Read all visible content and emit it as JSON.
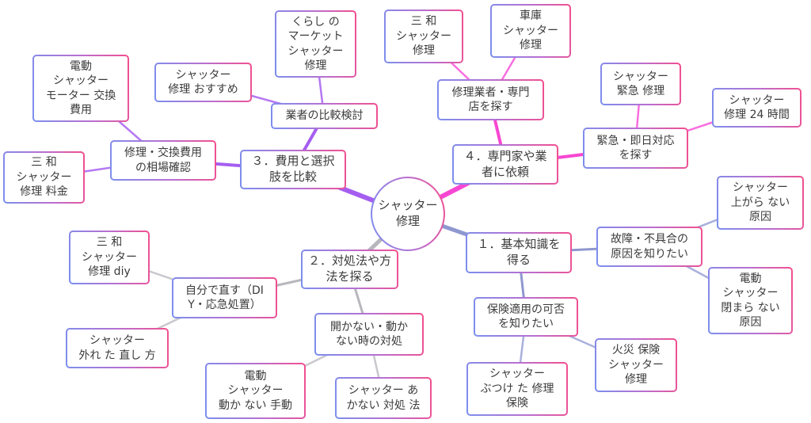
{
  "colors": {
    "branch1": "#8f97cf",
    "branch1_light": "#a9b0dc",
    "branch2": "#b7b7bd",
    "branch2_light": "#c8c8cd",
    "branch3": "#a55ef0",
    "branch3_light": "#b578f2",
    "branch4": "#f747d2",
    "branch4_light": "#f96ede",
    "border_blue": "#7b8fee",
    "border_pink": "#f24f8e",
    "text": "#3b3b3b"
  },
  "center": {
    "label": "シャッター\n修理"
  },
  "nodes": {
    "basic_knowledge": {
      "label": "１．基本知識を\n得る"
    },
    "methods": {
      "label": "２．対処法や方\n法を探る"
    },
    "cost_comparison": {
      "label": "３．費用と選択\n肢を比較"
    },
    "hire_professional": {
      "label": "４．専門家や業\n者に依頼"
    },
    "failure_causes": {
      "label": "故障・不具合の\n原因を知りたい"
    },
    "insurance_applicability": {
      "label": "保険適用の可否\nを知りたい"
    },
    "shutter_wont_rise_cause": {
      "label": "シャッター\n上がら ない\n原因"
    },
    "electric_wont_close_cause": {
      "label": "電動\nシャッター\n閉まら ない\n原因"
    },
    "shutter_hit_repair_insurance": {
      "label": "シャッター\nぶつけ た 修理\n保険"
    },
    "fire_insurance_repair": {
      "label": "火災 保険\nシャッター\n修理"
    },
    "diy_fix": {
      "label": "自分で直す（DI\nY・応急処置）"
    },
    "not_opening_response": {
      "label": "開かない・動か\nない時の対処"
    },
    "sanwa_repair_diy": {
      "label": "三 和\nシャッター\n修理 diy"
    },
    "shutter_detached_fix": {
      "label": "シャッター\n外れ た 直し 方"
    },
    "electric_manual": {
      "label": "電動\nシャッター\n動か ない 手動"
    },
    "wont_open_remedy": {
      "label": "シャッター あ\nかない 対処 法"
    },
    "vendor_comparison": {
      "label": "業者の比較検討"
    },
    "cost_market_check": {
      "label": "修理・交換費用\nの相場確認"
    },
    "kurashi_market": {
      "label": "くらし の\nマーケット\nシャッター\n修理"
    },
    "repair_recommend": {
      "label": "シャッター\n修理 おすすめ"
    },
    "motor_replacement_cost": {
      "label": "電動\nシャッター\nモーター 交換\n費用"
    },
    "sanwa_repair_fee": {
      "label": "三 和\nシャッター\n修理 料金"
    },
    "find_repair_shops": {
      "label": "修理業者・専門\n店を探す"
    },
    "emergency_sameday": {
      "label": "緊急・即日対応\nを探す"
    },
    "sanwa_repair": {
      "label": "三 和\nシャッター\n修理"
    },
    "garage_repair": {
      "label": "車庫\nシャッター\n修理"
    },
    "emergency_repair": {
      "label": "シャッター\n緊急 修理"
    },
    "repair_24h": {
      "label": "シャッター\n修理 24 時間"
    }
  }
}
